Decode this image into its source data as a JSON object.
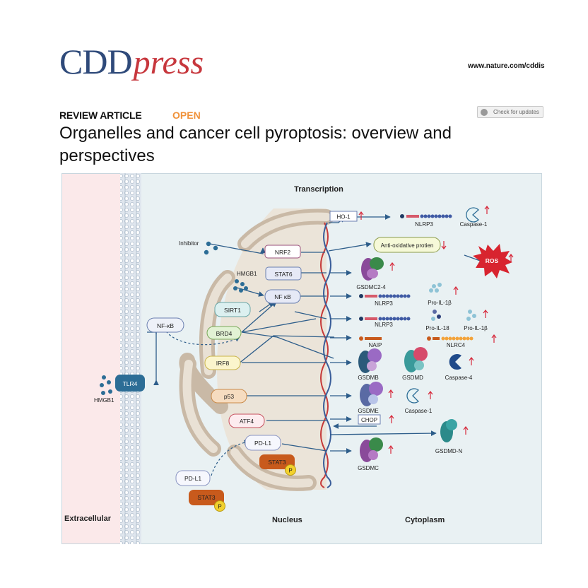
{
  "header": {
    "logo_primary": "CDD",
    "logo_secondary": "press",
    "url": "www.nature.com/cddis",
    "article_type": "REVIEW ARTICLE",
    "access_badge": "OPEN",
    "check_updates_label": "Check for updates",
    "title": "Organelles and cancer cell pyroptosis: overview and perspectives"
  },
  "figure": {
    "labels": {
      "transcription": "Transcription",
      "extracellular": "Extracellular",
      "nucleus": "Nucleus",
      "cytoplasm": "Cytoplasm"
    },
    "membrane": {
      "tlr4": "TLR4",
      "hmgb1_outside": "HMGB1",
      "nfkb_cyto": "NF-κB"
    },
    "nuclear_factors": {
      "inhibitor": "Inhibitor",
      "nrf2": "NRF2",
      "stat6": "STAT6",
      "hmgb1": "HMGB1",
      "nfkb": "NF κB",
      "sirt1": "SIRT1",
      "brd4": "BRD4",
      "irf8": "IRF8",
      "p53": "p53",
      "atf4": "ATF4",
      "pdl1_nuc": "PD-L1",
      "stat3_nuc": "STAT3",
      "p_nuc": "P",
      "pdl1_cyto": "PD-L1",
      "stat3_cyto": "STAT3",
      "p_cyto": "P"
    },
    "targets": {
      "ho1": "HO-1",
      "nlrp3_1": "NLRP3",
      "caspase1_top": "Caspase-1",
      "antioxidative": "Anti-oxidative protien",
      "ros": "ROS",
      "gsdmc24": "GSDMC2-4",
      "nlrp3_2": "NLRP3",
      "pro_il1b_1": "Pro-IL-1β",
      "nlrp3_3": "NLRP3",
      "pro_il18": "Pro-IL-18",
      "pro_il1b_2": "Pro-IL-1β",
      "naip": "NAIP",
      "nlrc4": "NLRC4",
      "gsdmb": "GSDMB",
      "gsdmd": "GSDMD",
      "caspase4": "Caspase-4",
      "gsdme": "GSDME",
      "caspase1_mid": "Caspase-1",
      "chop": "CHOP",
      "gsdmdn": "GSDMD-N",
      "gsdmc": "GSDMC"
    },
    "colors": {
      "extracellular_bg": "#fbe9ea",
      "cytoplasm_bg": "#e9f1f3",
      "nucleus_bg": "#ebe4d9",
      "er_tan": "#c9b9a6",
      "arrow_blue": "#2d5d8a",
      "up_arrow_red": "#d6283a",
      "ros_red": "#d8242f",
      "tlr4_blue": "#2c6d96",
      "stat3_orange": "#c85a1c",
      "phospho_yellow": "#f2d12e"
    }
  }
}
